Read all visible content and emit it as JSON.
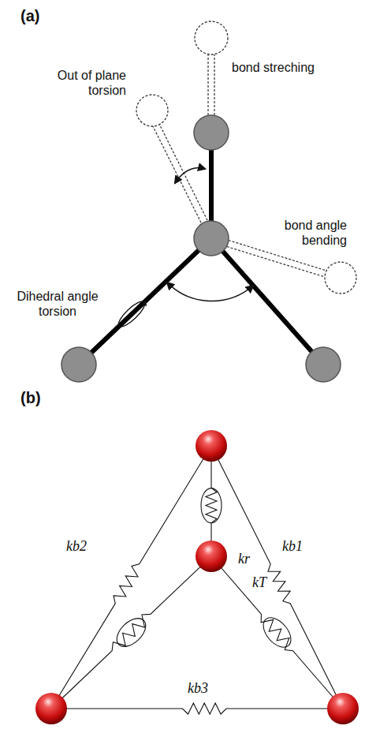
{
  "diagram": {
    "labels": [
      "(a)",
      "Out of plane torsion",
      "bond streching",
      "Dihedral angle torsion",
      "bond angle bending",
      "(b)",
      "kb2",
      "kb1",
      "kr",
      "kT",
      "kb3"
    ]
  }
}
